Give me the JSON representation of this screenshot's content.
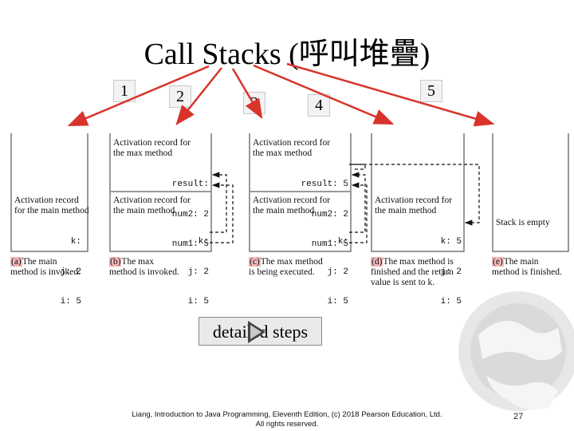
{
  "title": "Call Stacks (呼叫堆疊)",
  "step_labels": [
    "1",
    "2",
    "3",
    "4",
    "5"
  ],
  "frames": [
    {
      "records": [
        {
          "heading": [
            "Activation record",
            "for the main method"
          ],
          "vars": [
            "k:",
            "j: 2",
            "i: 5"
          ]
        }
      ],
      "caption": {
        "tag": "(a)",
        "lines": [
          "The main",
          "method is invoked."
        ]
      }
    },
    {
      "records": [
        {
          "heading": [
            "Activation record for",
            "the max method"
          ],
          "vars": [
            "result:",
            "num2: 2",
            "num1: 5"
          ]
        },
        {
          "heading": [
            "Activation record for",
            "the main method"
          ],
          "vars": [
            "k:",
            "j: 2",
            "i: 5"
          ]
        }
      ],
      "caption": {
        "tag": "(b)",
        "lines": [
          "The max",
          "method is invoked."
        ]
      }
    },
    {
      "records": [
        {
          "heading": [
            "Activation record for",
            "the max method"
          ],
          "vars": [
            "result: 5",
            "num2: 2",
            "num1: 5"
          ]
        },
        {
          "heading": [
            "Activation record for",
            "the main method"
          ],
          "vars": [
            "k:",
            "j: 2",
            "i: 5"
          ]
        }
      ],
      "caption": {
        "tag": "(c)",
        "lines": [
          "The max method",
          "is being executed."
        ]
      }
    },
    {
      "records": [
        {
          "heading": [
            "Activation record for",
            "the main method"
          ],
          "vars": [
            "k: 5",
            "j: 2",
            "i: 5"
          ]
        }
      ],
      "caption": {
        "tag": "(d)",
        "lines": [
          "The max method is",
          "finished and the return",
          "value is sent to k."
        ]
      }
    },
    {
      "records": [],
      "empty_text": "Stack is empty",
      "caption": {
        "tag": "(e)",
        "lines": [
          "The main",
          "method is finished."
        ]
      }
    }
  ],
  "button_label": "detailed steps",
  "footer": [
    "Liang, Introduction to Java Programming, Eleventh Edition, (c) 2018 Pearson Education, Ltd.",
    "All rights reserved."
  ],
  "page_number": "27",
  "colors": {
    "arrow": "#d9342b",
    "caption_tag": "#f2b8b8",
    "globe": "#b9b9b9"
  }
}
